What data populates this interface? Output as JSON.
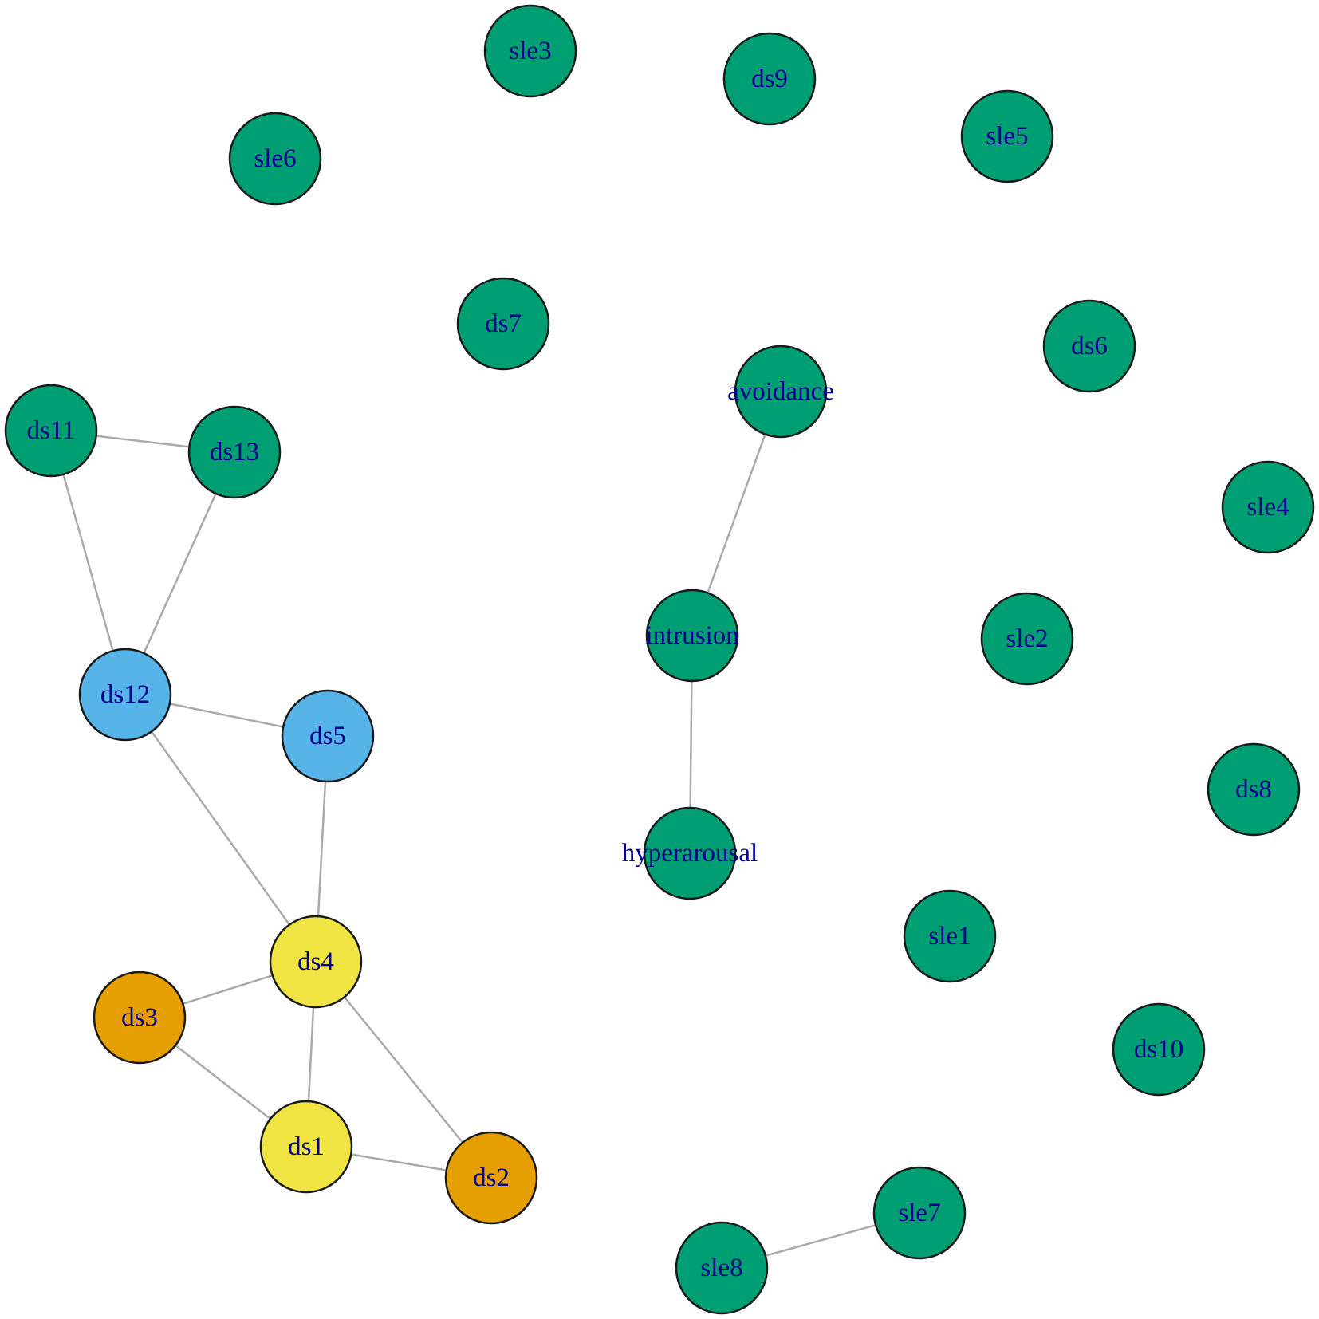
{
  "colors": {
    "edge": "#aaaaaa",
    "label": "#00008b",
    "node_stroke": "#1a1a1a",
    "groups": {
      "green": "#009e73",
      "blue": "#56b4e9",
      "yellow": "#f0e442",
      "orange": "#e69f00"
    }
  },
  "nodes": [
    {
      "id": "sle3",
      "label": "sle3",
      "group": "green"
    },
    {
      "id": "ds9",
      "label": "ds9",
      "group": "green"
    },
    {
      "id": "sle6",
      "label": "sle6",
      "group": "green"
    },
    {
      "id": "sle5",
      "label": "sle5",
      "group": "green"
    },
    {
      "id": "ds7",
      "label": "ds7",
      "group": "green"
    },
    {
      "id": "ds6",
      "label": "ds6",
      "group": "green"
    },
    {
      "id": "avoidance",
      "label": "avoidance",
      "group": "green"
    },
    {
      "id": "ds11",
      "label": "ds11",
      "group": "green"
    },
    {
      "id": "ds13",
      "label": "ds13",
      "group": "green"
    },
    {
      "id": "sle4",
      "label": "sle4",
      "group": "green"
    },
    {
      "id": "intrusion",
      "label": "intrusion",
      "group": "green"
    },
    {
      "id": "sle2",
      "label": "sle2",
      "group": "green"
    },
    {
      "id": "ds12",
      "label": "ds12",
      "group": "blue"
    },
    {
      "id": "ds5",
      "label": "ds5",
      "group": "blue"
    },
    {
      "id": "ds8",
      "label": "ds8",
      "group": "green"
    },
    {
      "id": "hyperarousal",
      "label": "hyperarousal",
      "group": "green"
    },
    {
      "id": "sle1",
      "label": "sle1",
      "group": "green"
    },
    {
      "id": "ds4",
      "label": "ds4",
      "group": "yellow"
    },
    {
      "id": "ds3",
      "label": "ds3",
      "group": "orange"
    },
    {
      "id": "ds10",
      "label": "ds10",
      "group": "green"
    },
    {
      "id": "ds1",
      "label": "ds1",
      "group": "yellow"
    },
    {
      "id": "ds2",
      "label": "ds2",
      "group": "orange"
    },
    {
      "id": "sle7",
      "label": "sle7",
      "group": "green"
    },
    {
      "id": "sle8",
      "label": "sle8",
      "group": "green"
    }
  ],
  "edges": [
    {
      "from": "ds11",
      "to": "ds13"
    },
    {
      "from": "ds11",
      "to": "ds12"
    },
    {
      "from": "ds13",
      "to": "ds12"
    },
    {
      "from": "ds12",
      "to": "ds5"
    },
    {
      "from": "ds12",
      "to": "ds4"
    },
    {
      "from": "ds5",
      "to": "ds4"
    },
    {
      "from": "ds4",
      "to": "ds3"
    },
    {
      "from": "ds4",
      "to": "ds1"
    },
    {
      "from": "ds4",
      "to": "ds2"
    },
    {
      "from": "ds3",
      "to": "ds1"
    },
    {
      "from": "ds1",
      "to": "ds2"
    },
    {
      "from": "avoidance",
      "to": "intrusion"
    },
    {
      "from": "intrusion",
      "to": "hyperarousal"
    },
    {
      "from": "sle7",
      "to": "sle8"
    }
  ]
}
